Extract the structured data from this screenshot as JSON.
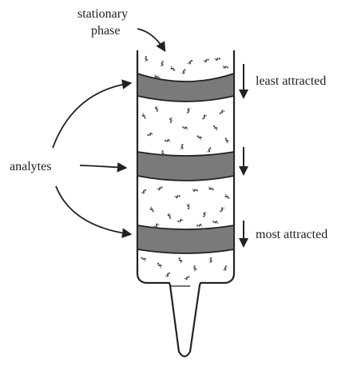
{
  "labels": {
    "stationary_phase_line1": "stationary",
    "stationary_phase_line2": "phase",
    "analytes": "analytes",
    "least_attracted": "least attracted",
    "most_attracted": "most attracted"
  },
  "colors": {
    "band_fill": "#7a7a7a",
    "outline": "#222222",
    "particle": "#555555",
    "background": "#ffffff"
  },
  "column": {
    "band_count": 3,
    "direction_arrows": 3
  }
}
